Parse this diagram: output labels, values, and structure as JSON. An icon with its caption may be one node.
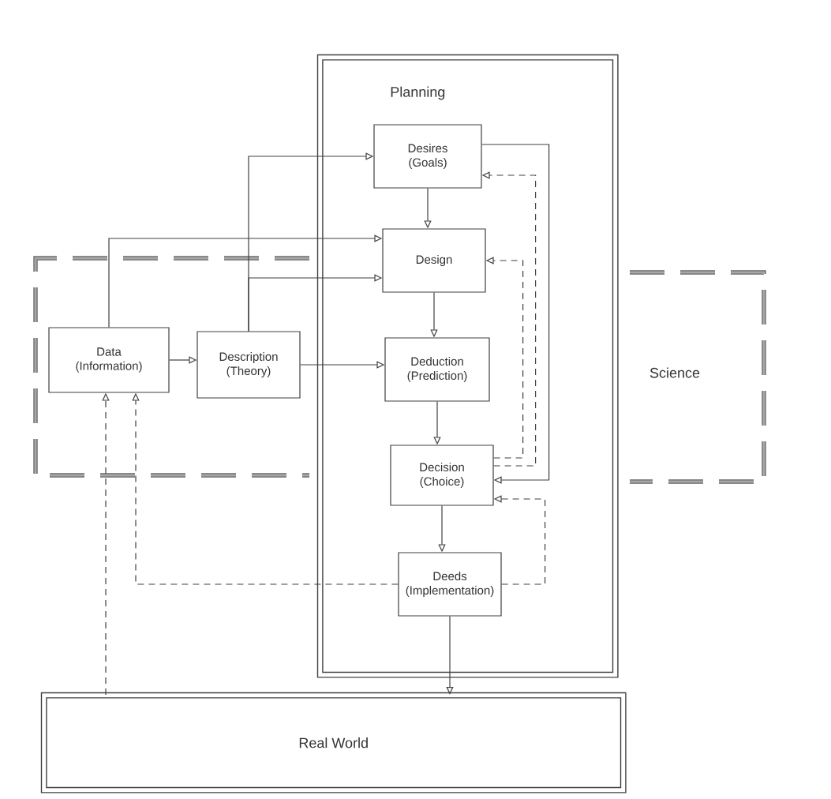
{
  "diagram": {
    "nodes": [
      {
        "text": [
          "Planning"
        ]
      },
      {
        "text": [
          "Desires (Goals)"
        ],
        "in": 0
      },
      {
        "text": [
          "Design"
        ],
        "in": 0
      },
      {
        "text": [
          "Science"
        ]
      },
      {
        "text": [
          "Data (Information)"
        ],
        "in": 3
      },
      {
        "text": [
          "Description (Theory)"
        ],
        "in": 3
      },
      {
        "text": [
          "Deduction (Prediction)"
        ]
      },
      {
        "text": [
          "Decision (Choice)"
        ],
        "in": 0
      },
      {
        "text": [
          "Deeds (Implementation)"
        ],
        "in": 0
      },
      {
        "text": [
          "Real World"
        ]
      }
    ],
    "edges": [
      {
        "from": 1,
        "to": 2,
        "arrow": "to"
      },
      {
        "from": 2,
        "to": 6,
        "arrow": "to"
      },
      {
        "from": 6,
        "to": 7,
        "arrow": "to"
      },
      {
        "from": 7,
        "to": 8,
        "arrow": "to"
      },
      {
        "from": 8,
        "to": 9,
        "arrow": "to"
      },
      {
        "from": 4,
        "to": 5,
        "arrow": "to"
      },
      {
        "from": 5,
        "to": 6,
        "arrow": "to"
      },
      {
        "from": 4,
        "to": 2,
        "arrow": "to"
      },
      {
        "from": 5,
        "to": 1,
        "arrow": "to"
      },
      {
        "from": 5,
        "to": 2,
        "arrow": "to"
      },
      {
        "from": 1,
        "to": 7,
        "arrow": "to"
      },
      {
        "from": 7,
        "to": 1,
        "arrow": "to",
        "style": "dashed"
      },
      {
        "from": 7,
        "to": 2,
        "arrow": "to",
        "style": "dashed"
      },
      {
        "from": 8,
        "to": 7,
        "arrow": "to",
        "style": "dashed"
      },
      {
        "from": 8,
        "to": 4,
        "arrow": "to",
        "style": "dashed"
      },
      {
        "from": 9,
        "to": 4,
        "arrow": "to",
        "style": "dashed"
      }
    ]
  }
}
